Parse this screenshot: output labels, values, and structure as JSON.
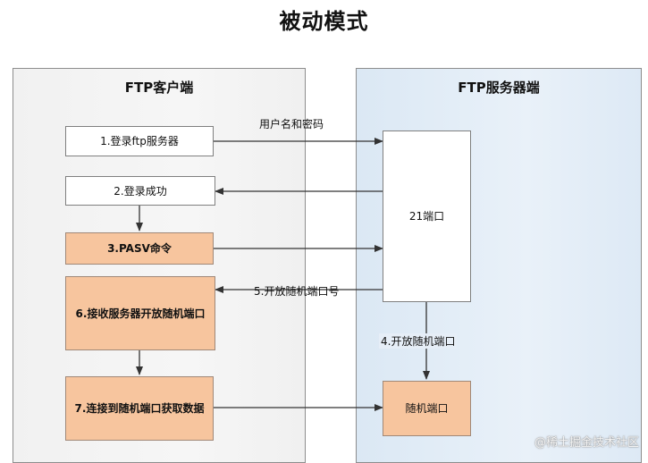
{
  "title": "被动模式",
  "client": {
    "title": "FTP客户端"
  },
  "server": {
    "title": "FTP服务器端"
  },
  "nodes": {
    "login": "1.登录ftp服务器",
    "login_success": "2.登录成功",
    "pasv": "3.PASV命令",
    "receive_port": "6.接收服务器开放随机端口",
    "connect_random": "7.连接到随机端口获取数据",
    "port21": "21端口",
    "random_port": "随机端口"
  },
  "edges": {
    "user_pass": "用户名和密码",
    "open_random_port_number": "5.开放随机端口号",
    "open_random_port": "4.开放随机端口"
  },
  "watermark": "@稀土掘金技术社区"
}
